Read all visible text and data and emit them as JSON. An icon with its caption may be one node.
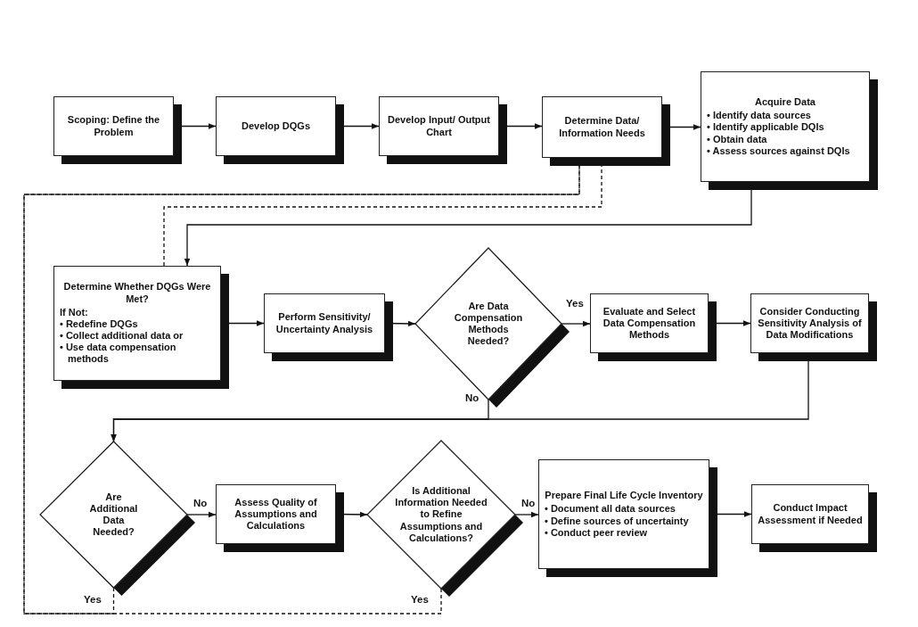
{
  "diagram": {
    "nodes": [
      {
        "text": [
          "Scoping: Define the Problem"
        ]
      },
      {
        "text": [
          "Develop DQGs"
        ]
      },
      {
        "text": [
          "Develop Input/ Output Chart"
        ]
      },
      {
        "text": [
          "Determine Data/ Information Needs"
        ]
      },
      {
        "text": [
          "Acquire Data",
          "• Identify data sources",
          "• Identify applicable DQIs",
          "• Obtain data",
          "• Assess sources against DQIs"
        ]
      },
      {
        "text": [
          "Determine Whether DQGs Were Met?",
          "If Not:",
          "• Redefine DQGs",
          "• Collect additional data or",
          "• Use data compensation methods"
        ]
      },
      {
        "text": [
          "Perform Sensitivity/ Uncertainty Analysis"
        ]
      },
      {
        "text": [
          "Are Data Compensation Methods Needed?"
        ]
      },
      {
        "text": [
          "Evaluate and Select Data Compensation Methods"
        ]
      },
      {
        "text": [
          "Consider Conducting Sensitivity Analysis of Data Modifications"
        ]
      },
      {
        "text": [
          "Are Additional Data Needed?"
        ]
      },
      {
        "text": [
          "Assess Quality of Assumptions and Calculations"
        ]
      },
      {
        "text": [
          "Is Additional Information Needed to Refine Assumptions and Calculations?"
        ]
      },
      {
        "text": [
          "Prepare Final Life Cycle Inventory",
          "• Document all data sources",
          "• Define sources of uncertainty",
          "• Conduct peer review"
        ]
      },
      {
        "text": [
          "Conduct Impact Assessment if Needed"
        ]
      }
    ],
    "edges": [
      {
        "from": 0,
        "to": 1,
        "arrow": "to"
      },
      {
        "from": 1,
        "to": 2,
        "arrow": "to"
      },
      {
        "from": 2,
        "to": 3,
        "arrow": "to"
      },
      {
        "from": 3,
        "to": 4,
        "arrow": "to"
      },
      {
        "from": 4,
        "to": 5,
        "arrow": "to"
      },
      {
        "from": 5,
        "to": 3,
        "arrow": "to",
        "style": "dashed"
      },
      {
        "from": 5,
        "to": 6,
        "arrow": "to"
      },
      {
        "from": 6,
        "to": 7,
        "arrow": "to"
      },
      {
        "from": 7,
        "to": 8,
        "arrow": "to",
        "label": "Yes"
      },
      {
        "from": 8,
        "to": 9,
        "arrow": "to"
      },
      {
        "from": 7,
        "to": 10,
        "arrow": "to",
        "label": "No"
      },
      {
        "from": 9,
        "to": 10,
        "arrow": "to"
      },
      {
        "from": 10,
        "to": 11,
        "arrow": "to",
        "label": "No"
      },
      {
        "from": 11,
        "to": 12,
        "arrow": "to"
      },
      {
        "from": 12,
        "to": 13,
        "arrow": "to",
        "label": "No"
      },
      {
        "from": 13,
        "to": 14,
        "arrow": "to"
      },
      {
        "from": 10,
        "to": 3,
        "arrow": "to",
        "label": "Yes",
        "style": "dashed"
      },
      {
        "from": 12,
        "to": 3,
        "arrow": "to",
        "label": "Yes",
        "style": "dashed"
      }
    ]
  }
}
